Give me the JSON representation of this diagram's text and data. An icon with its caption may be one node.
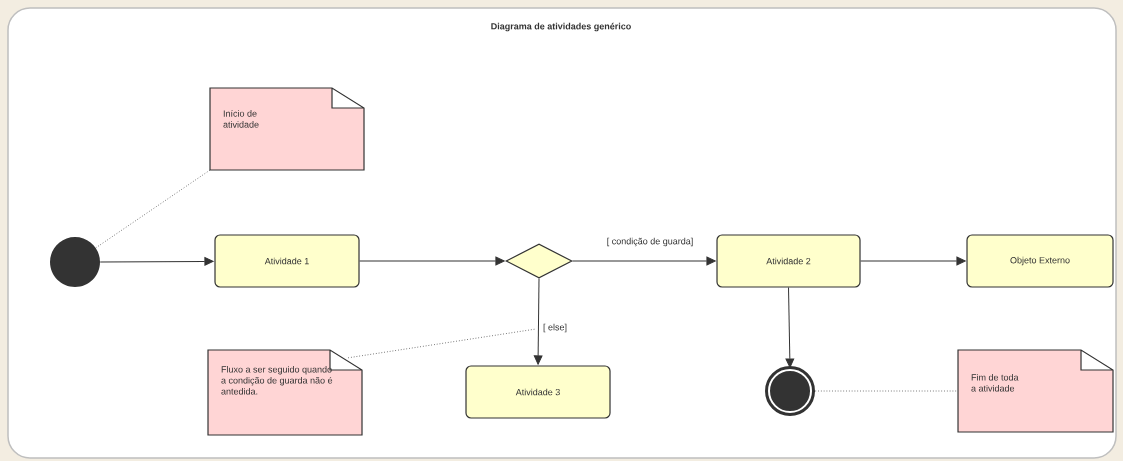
{
  "diagram": {
    "title": "Diagrama de atividades genérico",
    "nodes": [
      {
        "text": [
          "Início de atividade"
        ]
      },
      {
        "text": [],
        "shape": "circle"
      },
      {
        "text": [
          "Atividade 1"
        ]
      },
      {
        "text": [],
        "shape": "diamond"
      },
      {
        "text": [
          "Atividade 2"
        ]
      },
      {
        "text": [
          "Objeto Externo"
        ]
      },
      {
        "text": [
          "Fluxo a ser seguido quando a condição de guarda não é antedida."
        ]
      },
      {
        "text": [
          "Atividade 3"
        ]
      },
      {
        "text": [],
        "shape": "circle"
      },
      {
        "text": [
          "Fim de toda a atividade"
        ]
      }
    ],
    "edges": [
      {
        "from": 0,
        "to": 1,
        "arrow": "none",
        "style": "dashed"
      },
      {
        "from": 1,
        "to": 2,
        "arrow": "to"
      },
      {
        "from": 2,
        "to": 3,
        "arrow": "to"
      },
      {
        "from": 3,
        "to": 4,
        "arrow": "to",
        "label": "[ condição de guarda]"
      },
      {
        "from": 4,
        "to": 5,
        "arrow": "to"
      },
      {
        "from": 3,
        "to": 7,
        "arrow": "to",
        "label": "[ else]"
      },
      {
        "from": 6,
        "to": null,
        "arrow": "none",
        "style": "dashed"
      },
      {
        "from": 4,
        "to": 8,
        "arrow": "to"
      },
      {
        "from": 8,
        "to": 9,
        "arrow": "none",
        "style": "dashed"
      }
    ]
  }
}
